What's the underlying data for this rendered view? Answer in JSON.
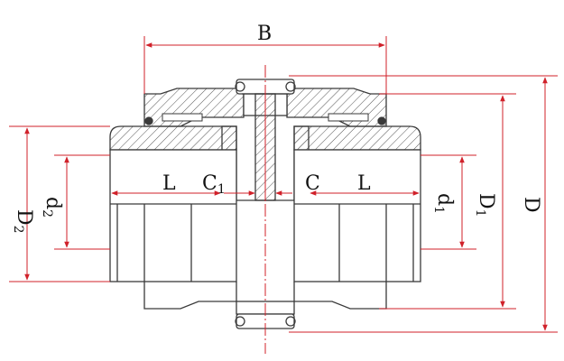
{
  "colors": {
    "outline": "#3a3a3a",
    "dimension": "#d0212a",
    "hatch": "#3a3a3a",
    "background": "#ffffff"
  },
  "labels": {
    "B": "B",
    "L_left": "L",
    "C1_main": "C",
    "C1_sub": "1",
    "C_right": "C",
    "L_right": "L",
    "D2_main": "D",
    "D2_sub": "2",
    "d2_main": "d",
    "d2_sub": "2",
    "d1_main": "d",
    "d1_sub": "1",
    "D1_main": "D",
    "D1_sub": "1",
    "D": "D"
  }
}
